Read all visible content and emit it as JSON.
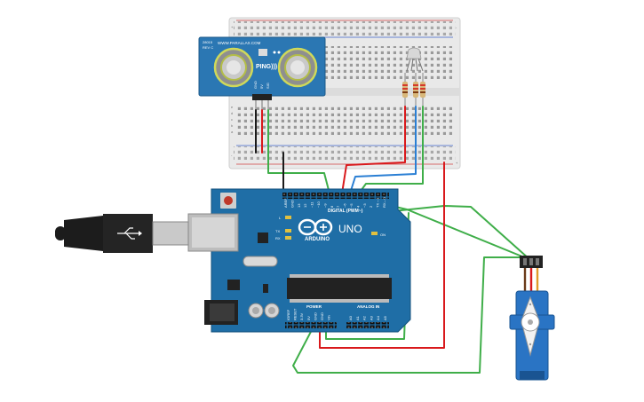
{
  "ping_sensor": {
    "brand_line": "WWW.PARALLAX.COM",
    "part_code": "28015",
    "rev": "REV C",
    "logo": "PING)))",
    "pins": [
      "GND",
      "5V",
      "SIG"
    ]
  },
  "arduino": {
    "header_label": "DIGITAL (PWM~)",
    "brand": "ARDUINO",
    "model": "UNO",
    "on_label": "ON",
    "l_label": "L",
    "tx_label": "TX",
    "rx_label": "RX",
    "power_label": "POWER",
    "analog_label": "ANALOG IN",
    "digital_pins": [
      "AREF",
      "GND",
      "13",
      "12",
      "~11",
      "~10",
      "~9",
      "8",
      "7",
      "~6",
      "~5",
      "4",
      "~3",
      "2",
      "TX→1",
      "RX←0"
    ],
    "power_pins": [
      "IOREF",
      "RESET",
      "3.3V",
      "5V",
      "GND",
      "GND",
      "Vin"
    ],
    "analog_pins": [
      "A0",
      "A1",
      "A2",
      "A3",
      "A4",
      "A5"
    ]
  },
  "breadboard": {
    "row_letters_top": [
      "j",
      "i",
      "h",
      "g",
      "f"
    ],
    "row_letters_bottom": [
      "e",
      "d",
      "c",
      "b",
      "a"
    ],
    "plus_label": "+",
    "minus_label": "-"
  },
  "colors": {
    "wire_red": "#d9191c",
    "wire_black": "#1a1a1a",
    "wire_green": "#3fae49",
    "wire_blue": "#2a7fd4",
    "arduino_blue": "#1f6ea6",
    "sensor_blue": "#2b77b3",
    "servo_blue": "#2a74c4"
  },
  "icons": [
    "usb-plug-icon",
    "rgb-led-icon",
    "resistor-icon",
    "servo-icon",
    "reset-button-icon"
  ]
}
